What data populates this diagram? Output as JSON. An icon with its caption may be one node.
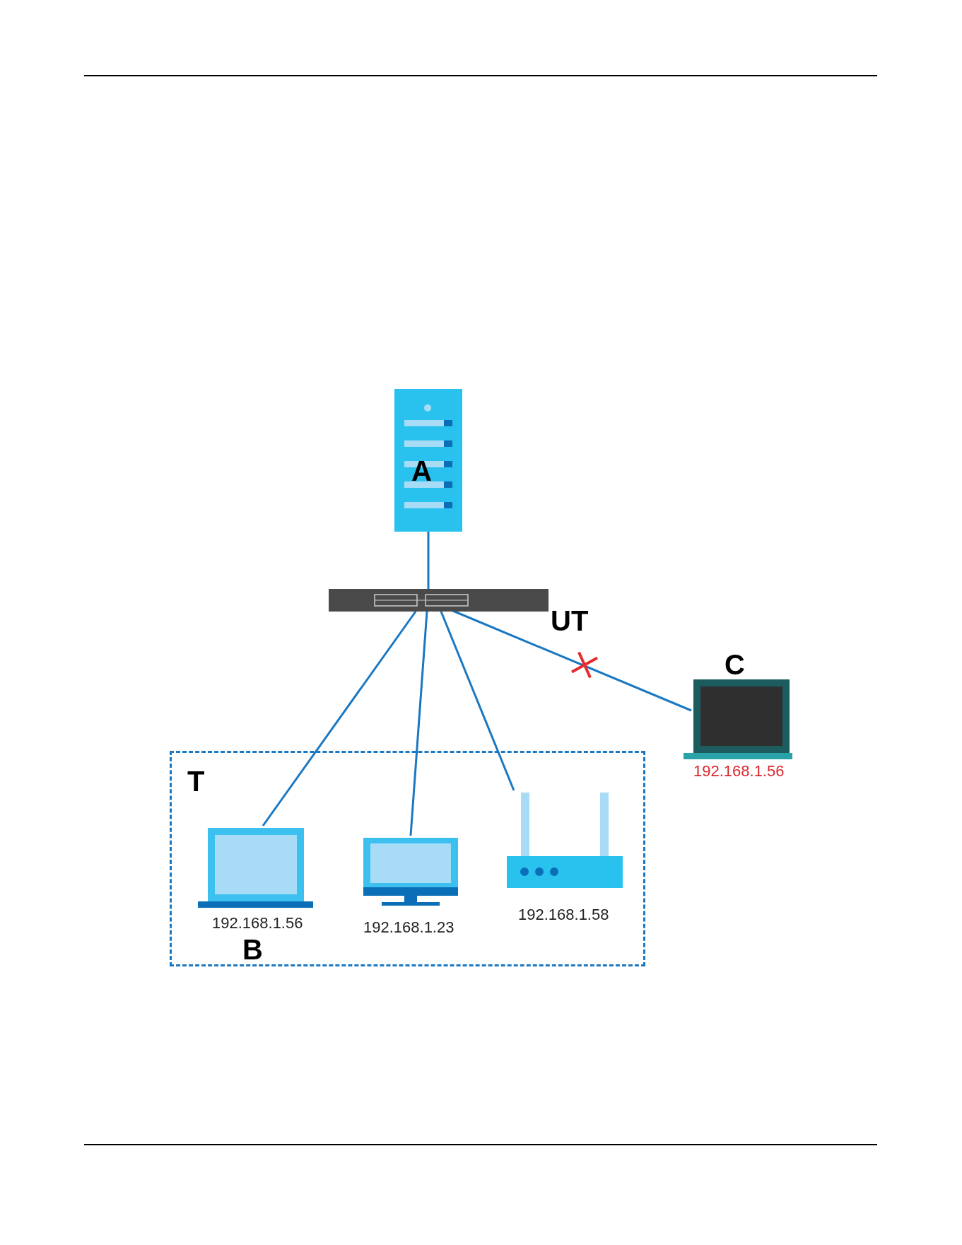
{
  "diagram": {
    "nodes": [
      {
        "text": [
          "A"
        ]
      },
      {
        "text": [],
        "shape": "picture"
      },
      {
        "text": [
          "T"
        ]
      },
      {
        "text": [
          "192.168.1.56",
          "B"
        ],
        "in": 2
      },
      {
        "text": [
          "192.168.1.23"
        ],
        "in": 2
      },
      {
        "text": [
          "192.168.1.58"
        ],
        "in": 2
      },
      {
        "text": [
          "C",
          "192.168.1.56"
        ]
      }
    ],
    "edges": [
      {
        "from": 0,
        "to": 1,
        "arrow": "none"
      },
      {
        "from": 1,
        "to": 3,
        "arrow": "none"
      },
      {
        "from": 1,
        "to": 4,
        "arrow": "none"
      },
      {
        "from": 1,
        "to": 5,
        "arrow": "none"
      },
      {
        "from": 1,
        "to": 6,
        "label": "UT",
        "arrow": "none"
      }
    ]
  }
}
